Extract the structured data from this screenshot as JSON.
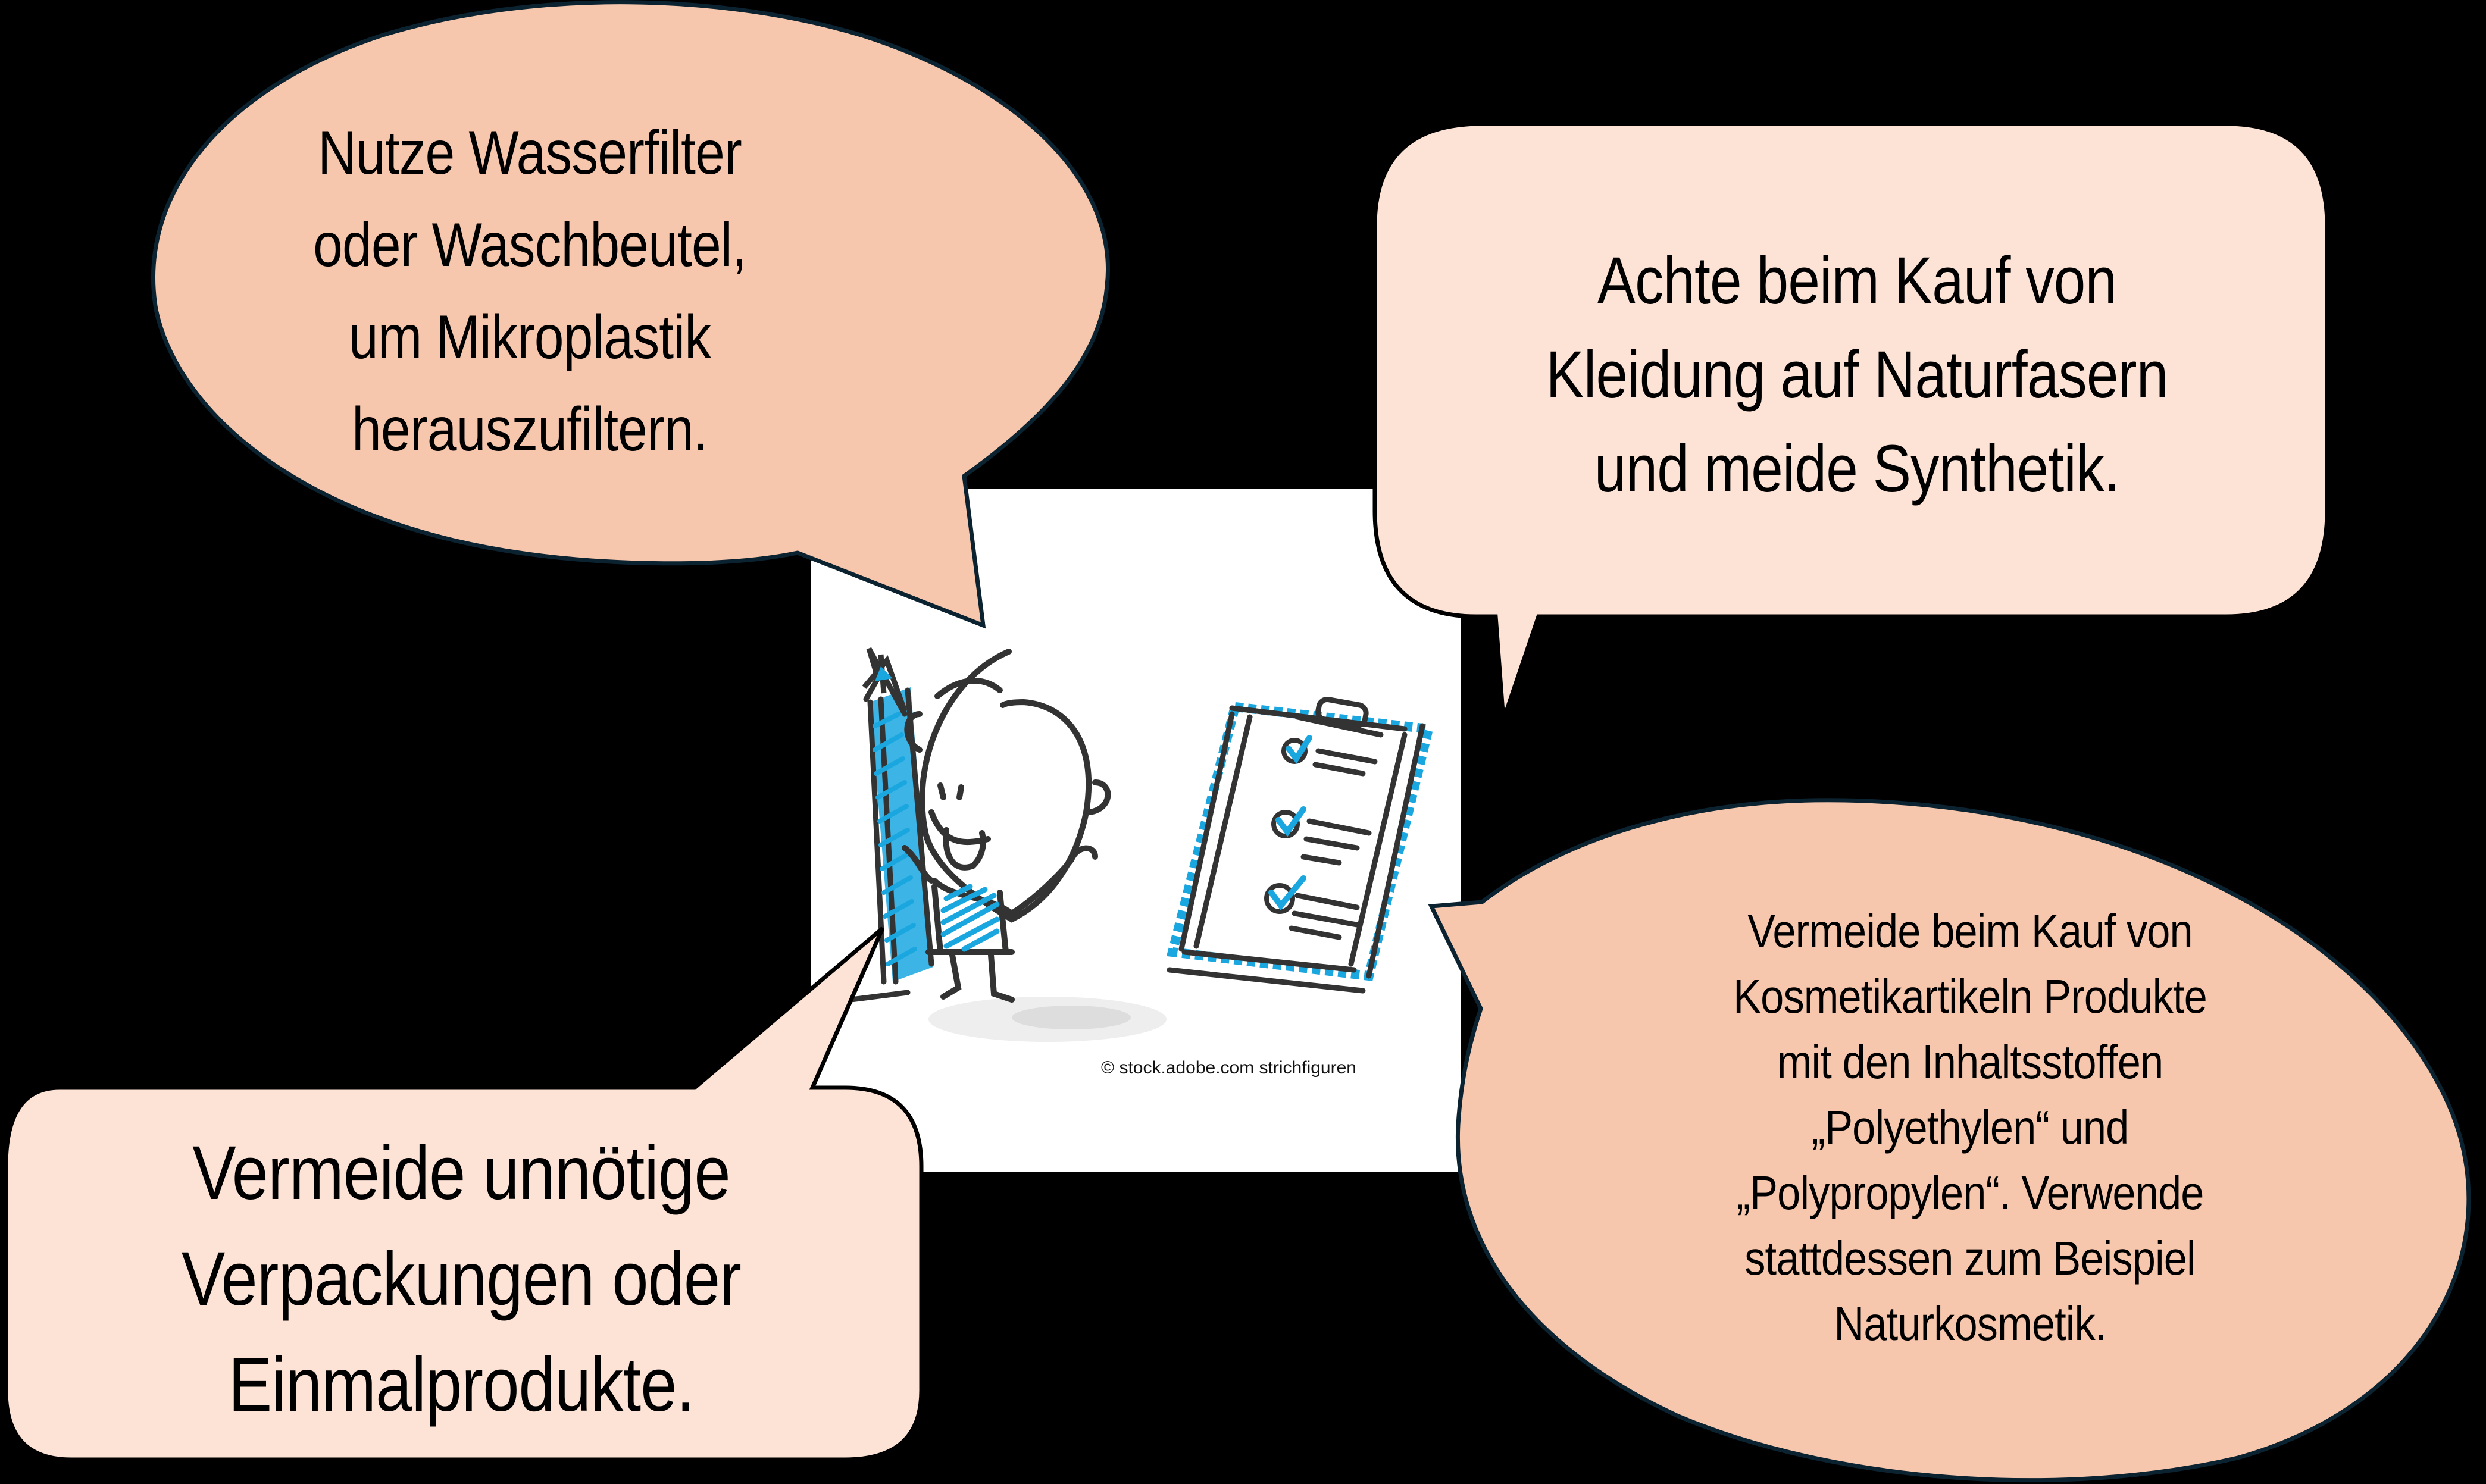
{
  "colors": {
    "background": "#000000",
    "panel": "#ffffff",
    "bubble_strong": "#f6c7ad",
    "bubble_light": "#fce3d6",
    "outline_dark": "#0b2230",
    "outline_black": "#000000",
    "sketch_blue": "#1aa7e0",
    "sketch_ink": "#333333",
    "shadow_gray": "#e4e4e4"
  },
  "illustration": {
    "description": "Stick figure holding a pencil and a clipboard checklist",
    "icons": [
      "pencil-icon",
      "stick-figure-icon",
      "clipboard-checklist-icon",
      "checkmark-icon"
    ],
    "credit": "© stock.adobe.com strichfiguren"
  },
  "bubbles": {
    "top_left": {
      "shape": "oval",
      "lines": [
        "Nutze Wasserfilter",
        "oder Waschbeutel,",
        "um Mikroplastik",
        "herauszufiltern."
      ]
    },
    "top_right": {
      "shape": "rounded-rectangle",
      "lines": [
        "Achte beim Kauf von",
        "Kleidung auf Naturfasern",
        "und meide Synthetik."
      ]
    },
    "bottom_right": {
      "shape": "oval",
      "lines": [
        "Vermeide beim Kauf von",
        "Kosmetikartikeln Produkte",
        "mit den Inhaltsstoffen",
        "„Polyethylen“ und",
        "„Polypropylen“. Verwende",
        "stattdessen zum Beispiel",
        "Naturkosmetik."
      ]
    },
    "bottom_left": {
      "shape": "rounded-rectangle",
      "lines": [
        "Vermeide unnötige",
        "Verpackungen oder",
        "Einmalprodukte."
      ]
    }
  }
}
